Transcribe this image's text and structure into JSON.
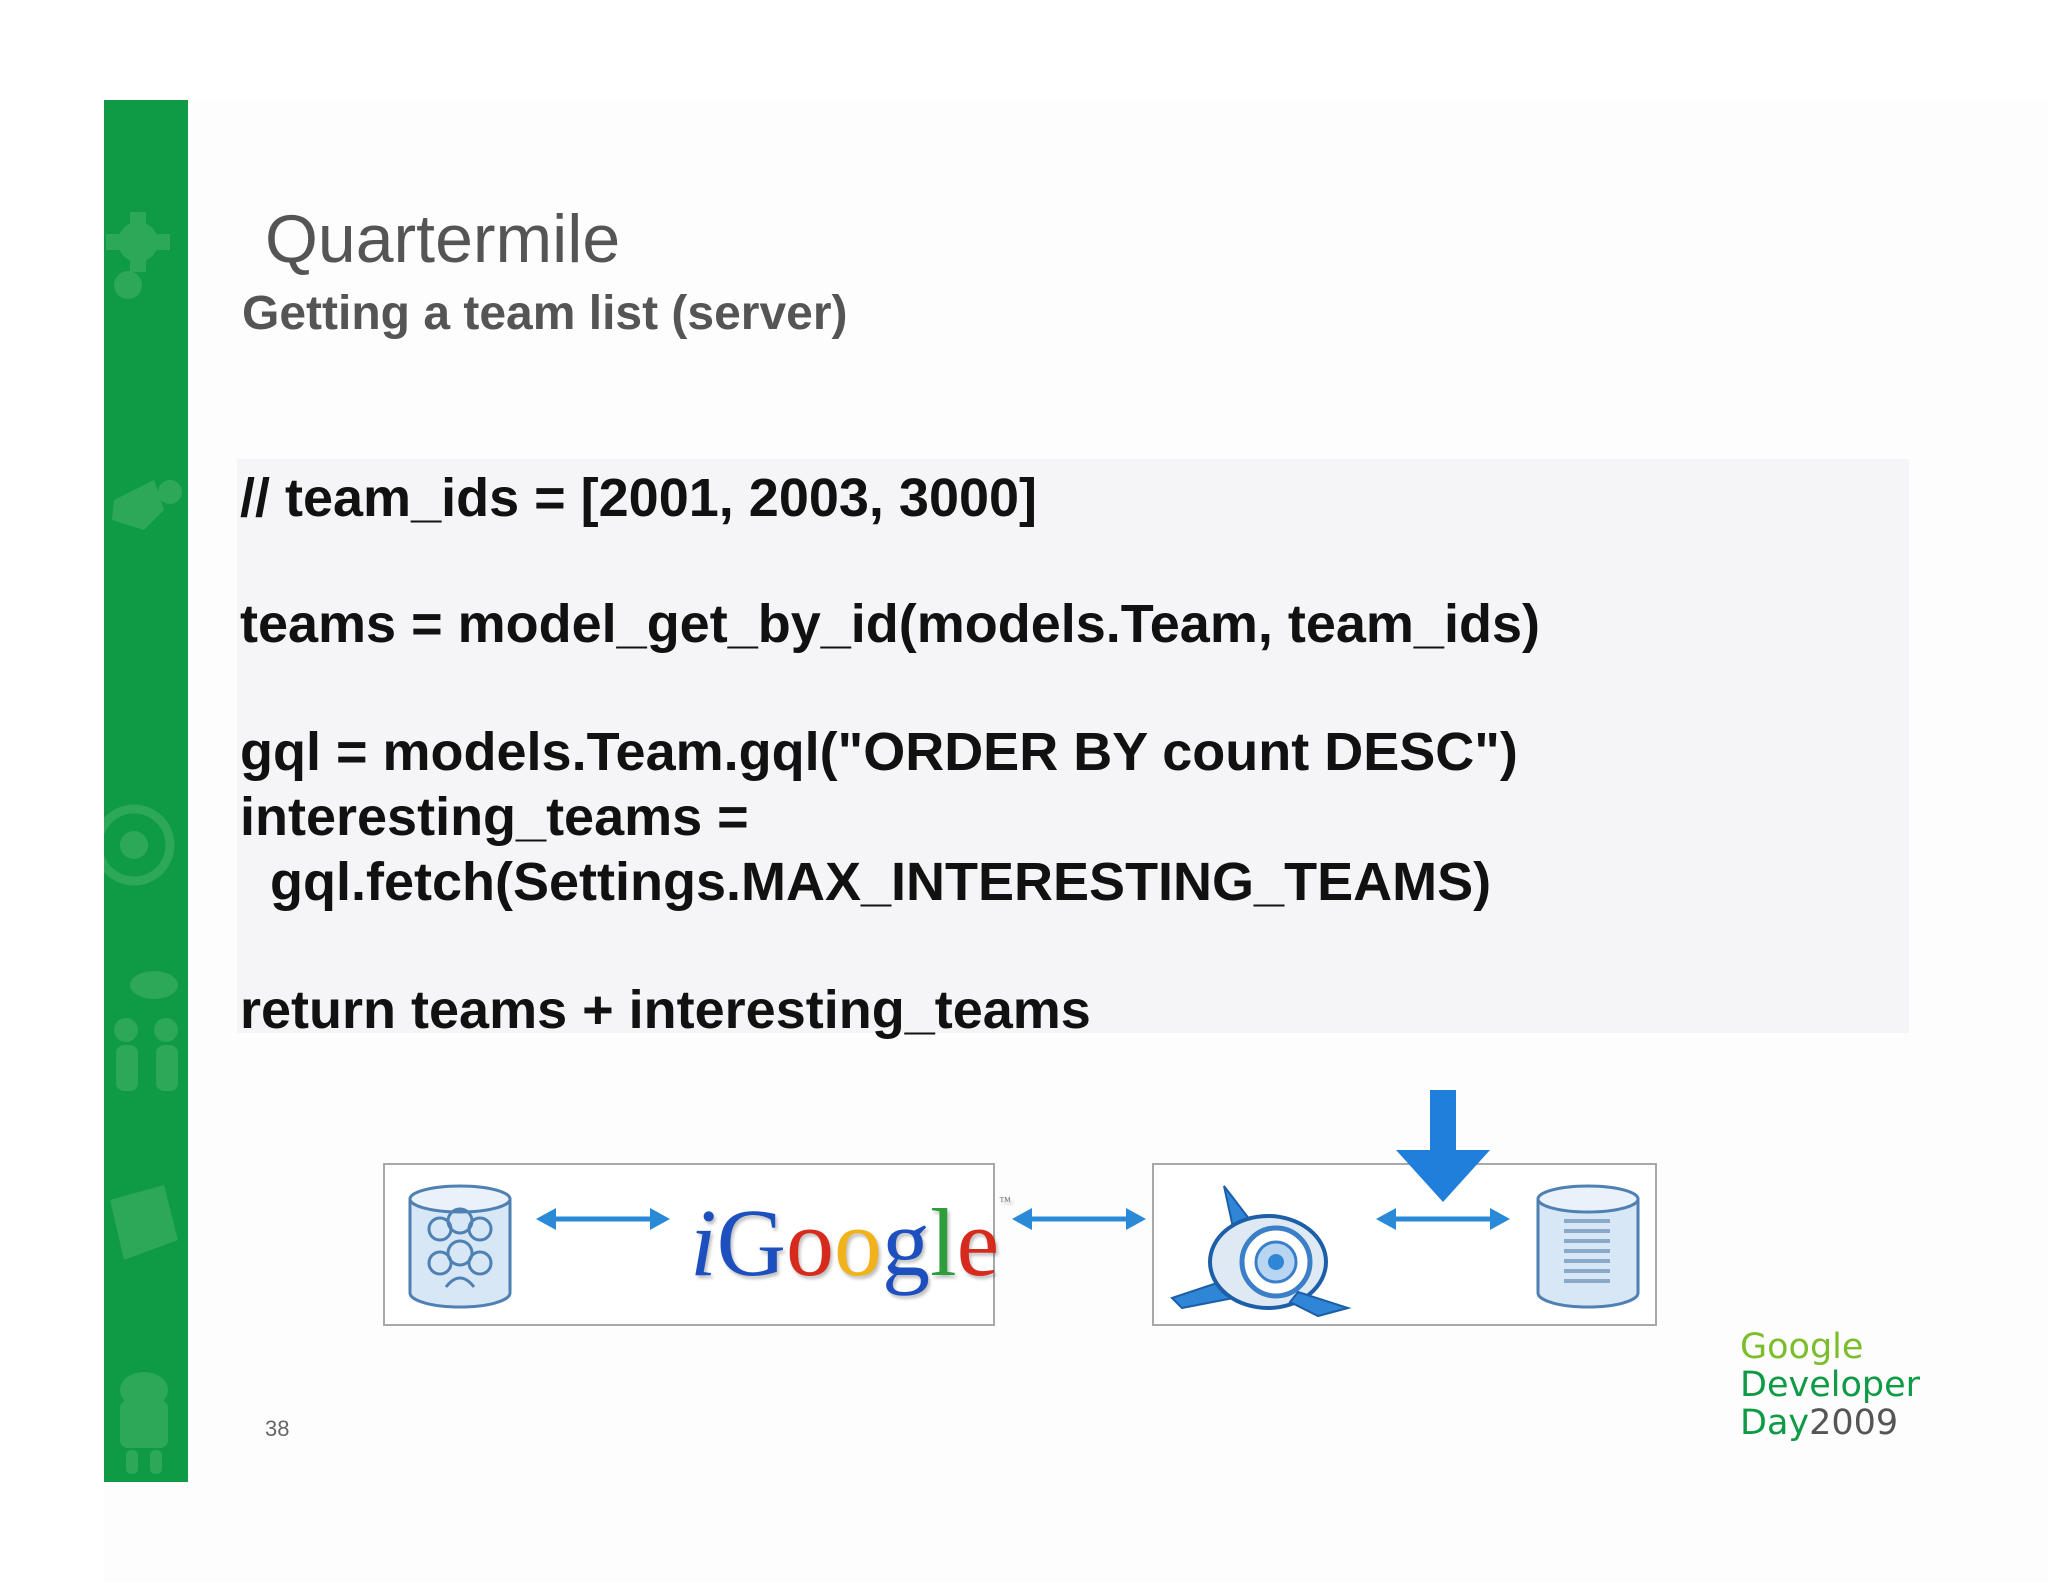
{
  "slide": {
    "title": "Quartermile",
    "subtitle": "Getting a team list (server)",
    "page_number": "38"
  },
  "code": {
    "lines": [
      "// team_ids = [2001, 2003, 3000]",
      "",
      "teams = model_get_by_id(models.Team, team_ids)",
      "",
      "gql = models.Team.gql(\"ORDER BY count DESC\")",
      "interesting_teams =",
      "  gql.fetch(Settings.MAX_INTERESTING_TEAMS)",
      "",
      "return teams + interesting_teams"
    ]
  },
  "diagram": {
    "igoogle_letters": [
      "i",
      "G",
      "o",
      "o",
      "g",
      "l",
      "e"
    ],
    "igoogle_colors": [
      "#1d4fbe",
      "#1d4fbe",
      "#d62a1d",
      "#f2b21b",
      "#1d4fbe",
      "#2e9e3c",
      "#d62a1d"
    ],
    "tm": "™",
    "icons": [
      "users-database-icon",
      "igoogle-logo",
      "app-engine-icon",
      "datastore-icon",
      "download-arrow-icon"
    ],
    "arrow_color": "#2a8ad8"
  },
  "logo": {
    "line1": "Google",
    "line2": "Developer",
    "line3": "Day",
    "year": "2009"
  },
  "colors": {
    "accent_green": "#0f9a45",
    "title_gray": "#555555"
  }
}
